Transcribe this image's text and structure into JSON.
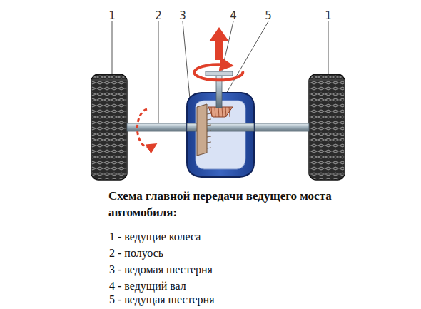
{
  "diagram": {
    "title": "Схема главной передачи ведущего моста автомобиля:",
    "labels": [
      "1",
      "2",
      "3",
      "4",
      "5",
      "1",
      "1 - ведущие колеса",
      "2 - полуось",
      "3 - ведомая шестерня",
      "4 - ведущий вал",
      "5 - ведущая шестерня"
    ]
  }
}
